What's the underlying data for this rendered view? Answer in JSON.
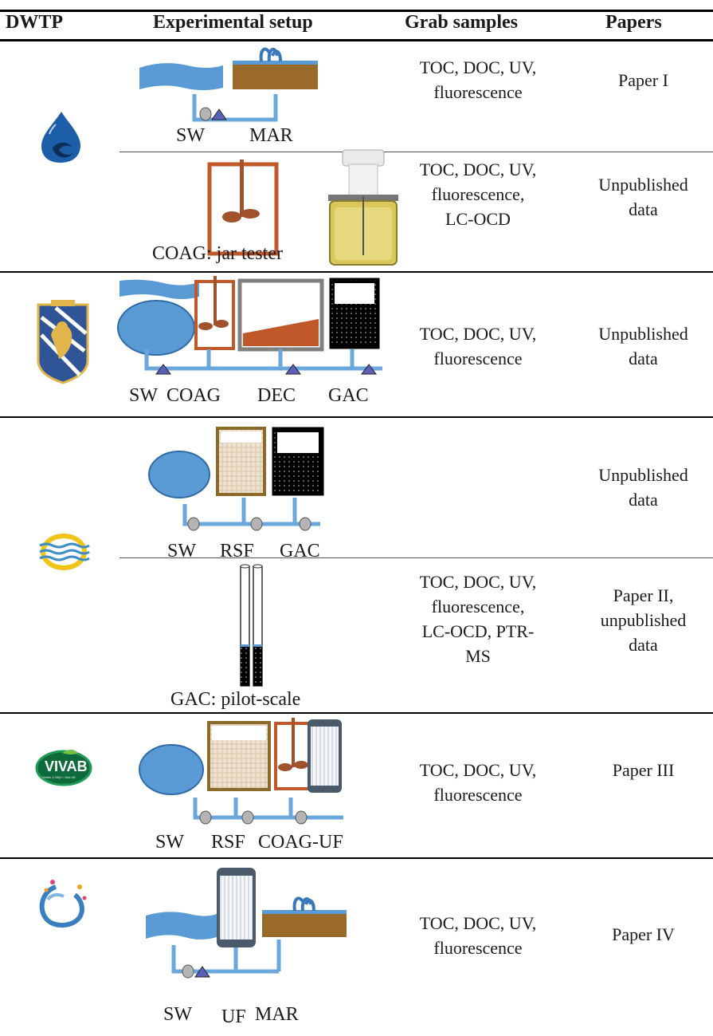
{
  "header": {
    "dwtp": "DWTP",
    "setup": "Experimental setup",
    "samples": "Grab samples",
    "papers": "Papers"
  },
  "rows": [
    {
      "setup_labels": [
        "SW",
        "MAR"
      ],
      "samples": [
        "TOC, DOC, UV,",
        "fluorescence"
      ],
      "papers": [
        "Paper I"
      ]
    },
    {
      "setup_labels": [
        "COAG: jar tester"
      ],
      "samples": [
        "TOC, DOC, UV,",
        "fluorescence,",
        "LC-OCD"
      ],
      "papers": [
        "Unpublished",
        "data"
      ]
    },
    {
      "setup_labels": [
        "SW",
        "COAG",
        "DEC",
        "GAC"
      ],
      "samples": [
        "TOC, DOC, UV,",
        "fluorescence"
      ],
      "papers": [
        "Unpublished",
        "data"
      ]
    },
    {
      "setup_labels": [
        "SW",
        "RSF",
        "GAC"
      ],
      "samples": [],
      "papers": [
        "Unpublished",
        "data"
      ]
    },
    {
      "setup_labels": [
        "GAC: pilot-scale"
      ],
      "samples": [
        "TOC, DOC, UV,",
        "fluorescence,",
        "LC-OCD, PTR-",
        "MS"
      ],
      "papers": [
        "Paper II,",
        "unpublished",
        "data"
      ]
    },
    {
      "setup_labels": [
        "SW",
        "RSF",
        "COAG-UF"
      ],
      "samples": [
        "TOC, DOC, UV,",
        "fluorescence"
      ],
      "papers": [
        "Paper III"
      ]
    },
    {
      "setup_labels": [
        "SW",
        "UF",
        "MAR"
      ],
      "samples": [
        "TOC, DOC, UV,",
        "fluorescence"
      ],
      "papers": [
        "Paper IV"
      ]
    }
  ],
  "logos": {
    "logo_1": "water-drop-logo",
    "logo_2": "coat-of-arms-lion-logo",
    "logo_3": "blue-yellow-wave-ring-logo",
    "logo_4": "VIVAB",
    "logo_4_sub": "Vatten & Miljö i Väst AB",
    "logo_5": "blue-swirl-ring-logo"
  },
  "colors": {
    "water_blue": "#5b9bd5",
    "pipe_blue": "#6aa7dc",
    "soil_brown": "#9a6a2b",
    "coag_orange": "#c0582a",
    "stirrer_brown": "#a0522d",
    "sand_frame": "#8b6a2a",
    "pump_gray": "#b4b4b4",
    "valve_triangle": "#5b61b8"
  }
}
